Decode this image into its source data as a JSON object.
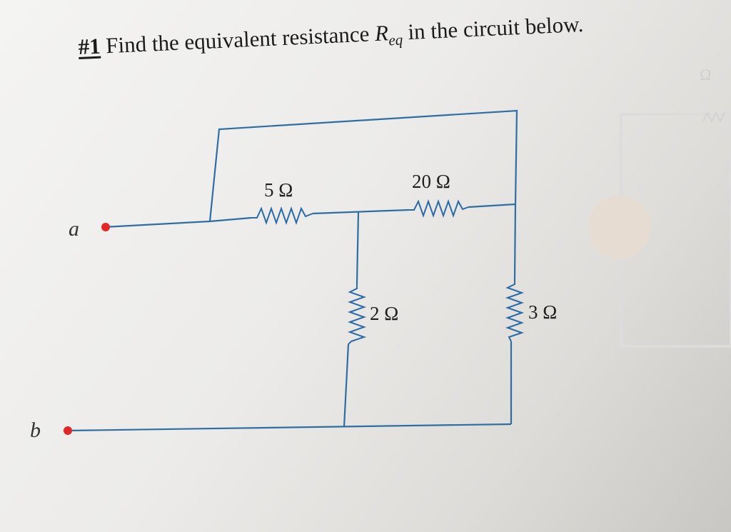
{
  "problem": {
    "number": "#1",
    "text_before": "Find the equivalent resistance ",
    "variable": "R",
    "subscript": "eq",
    "text_after": " in the circuit below."
  },
  "circuit": {
    "terminals": {
      "a": "a",
      "b": "b"
    },
    "resistors": {
      "r1": "5 Ω",
      "r2": "20 Ω",
      "r3": "2 Ω",
      "r4": "3 Ω"
    }
  },
  "margin_note": "Ω",
  "colors": {
    "wire": "#2f6ea2",
    "terminal": "#e02828",
    "text": "#1b1b1b"
  }
}
